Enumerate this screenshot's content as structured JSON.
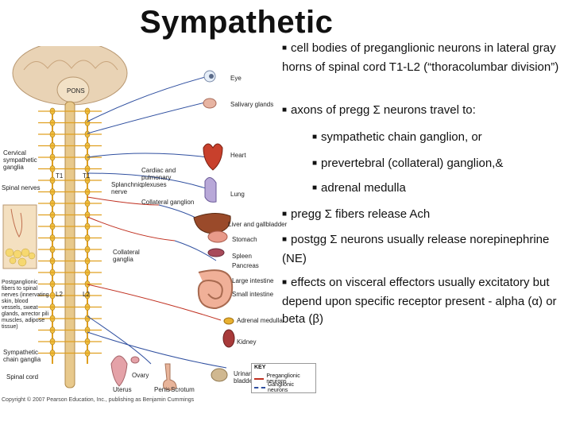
{
  "title": "Sympathetic",
  "bullets": [
    {
      "text": "cell bodies of preganglionic neurons in lateral gray horns of spinal cord T1-L2 (“thoracolumbar division”)"
    },
    {
      "text": "axons of pregg Σ neurons travel to:"
    },
    {
      "text": "sympathetic chain ganglion, or"
    },
    {
      "text": "prevertebral (collateral) ganglion,&"
    },
    {
      "text": "adrenal medulla"
    },
    {
      "text": "pregg Σ fibers release Ach"
    },
    {
      "text": "postgg Σ neurons usually release norepinephrine (NE)"
    },
    {
      "text": "effects on visceral effectors usually excitatory but depend upon specific receptor present - alpha (α) or beta (β)"
    }
  ],
  "figure": {
    "labels": {
      "pons": "PONS",
      "eye": "Eye",
      "salivary": "Salivary glands",
      "heart": "Heart",
      "cardiac": "Cardiac and pulmonary plexuses",
      "lung": "Lung",
      "cervical": "Cervical sympathetic ganglia",
      "t1a": "T1",
      "t1b": "T1",
      "spinal_nerves": "Spinal nerves",
      "splanchnic": "Splanchnic nerve",
      "collateral_top": "Collateral ganglion",
      "liver": "Liver and gallbladder",
      "stomach": "Stomach",
      "spleen": "Spleen",
      "pancreas": "Pancreas",
      "collateral_ganglia": "Collateral ganglia",
      "large_int": "Large intestine",
      "small_int": "Small intestine",
      "postgang": "Postganglionic fibers to spinal nerves (innervating skin, blood vessels, sweat glands, arrector pili muscles, adipose tissue)",
      "l2a": "L2",
      "l2b": "L2",
      "adrenal": "Adrenal medulla",
      "kidney": "Kidney",
      "chain": "Sympathetic chain ganglia",
      "spinal_cord": "Spinal cord",
      "ovary": "Ovary",
      "uterus": "Uterus",
      "penis": "Penis",
      "scrotum": "Scrotum",
      "bladder": "Urinary bladder"
    },
    "key": {
      "title": "KEY",
      "pre": "Preganglionic neurons",
      "post": "Ganglionic neurons"
    },
    "copyright": "Copyright © 2007 Pearson Education, Inc., publishing as Benjamin Cummings"
  },
  "colors": {
    "nerve": "#e0a020",
    "pre": "#c03020",
    "post": "#3050a0",
    "spine": "#e8c98c"
  }
}
